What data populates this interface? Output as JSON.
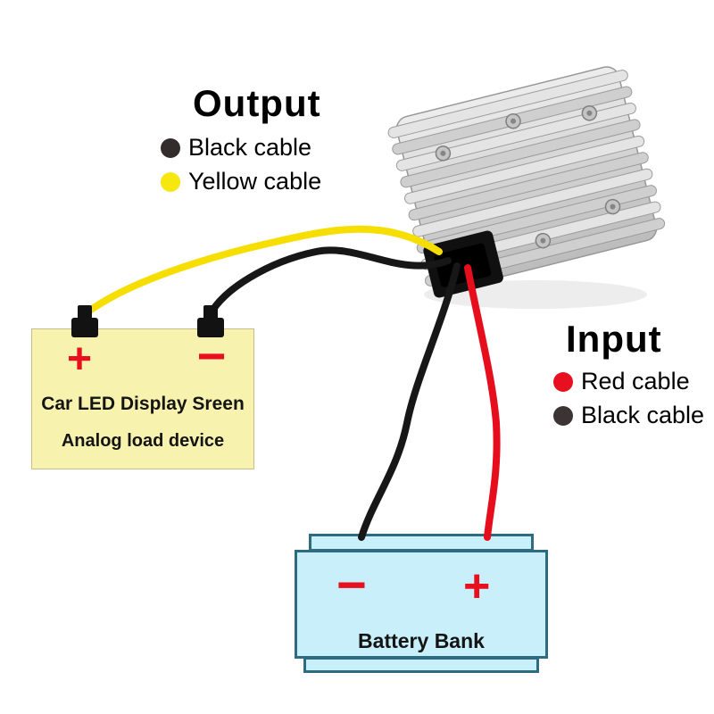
{
  "output_legend": {
    "title": "Output",
    "items": [
      {
        "label": "Black cable",
        "color": "#332c2c"
      },
      {
        "label": "Yellow cable",
        "color": "#f6e70e"
      }
    ]
  },
  "input_legend": {
    "title": "Input",
    "items": [
      {
        "label": "Red cable",
        "color": "#e8101e"
      },
      {
        "label": "Black cable",
        "color": "#3c3434"
      }
    ]
  },
  "load_device": {
    "plus_label": "+",
    "minus_label": "−",
    "name_line": "Car LED Display Sreen",
    "desc_line": "Analog load device",
    "bg_color": "#f7f3ae",
    "symbol_color": "#e8101e",
    "terminal_color": "#121212"
  },
  "battery": {
    "minus_label": "−",
    "plus_label": "+",
    "name": "Battery Bank",
    "bg_color": "#c9effa",
    "border_color": "#2f6b80",
    "symbol_color": "#e8101e"
  },
  "cables": {
    "yellow": "#f6df00",
    "output_black": "#171717",
    "input_black": "#171717",
    "red": "#e60e1c"
  },
  "device": {
    "name": "dc-dc-converter-heatsink-module",
    "body_color": "#d8d8d8",
    "connector_color": "#101010"
  }
}
